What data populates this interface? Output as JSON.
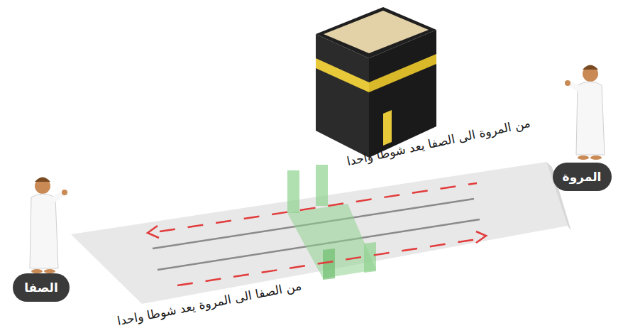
{
  "diagram": {
    "nodes": [
      {
        "text": [
          "الصفا"
        ]
      },
      {
        "text": [
          "المروة"
        ]
      }
    ],
    "labels": [
      "من المروة الى الصفا يعد شوطا واحدا",
      "من الصفا الى المروة يعد شوطا واحدا"
    ]
  }
}
